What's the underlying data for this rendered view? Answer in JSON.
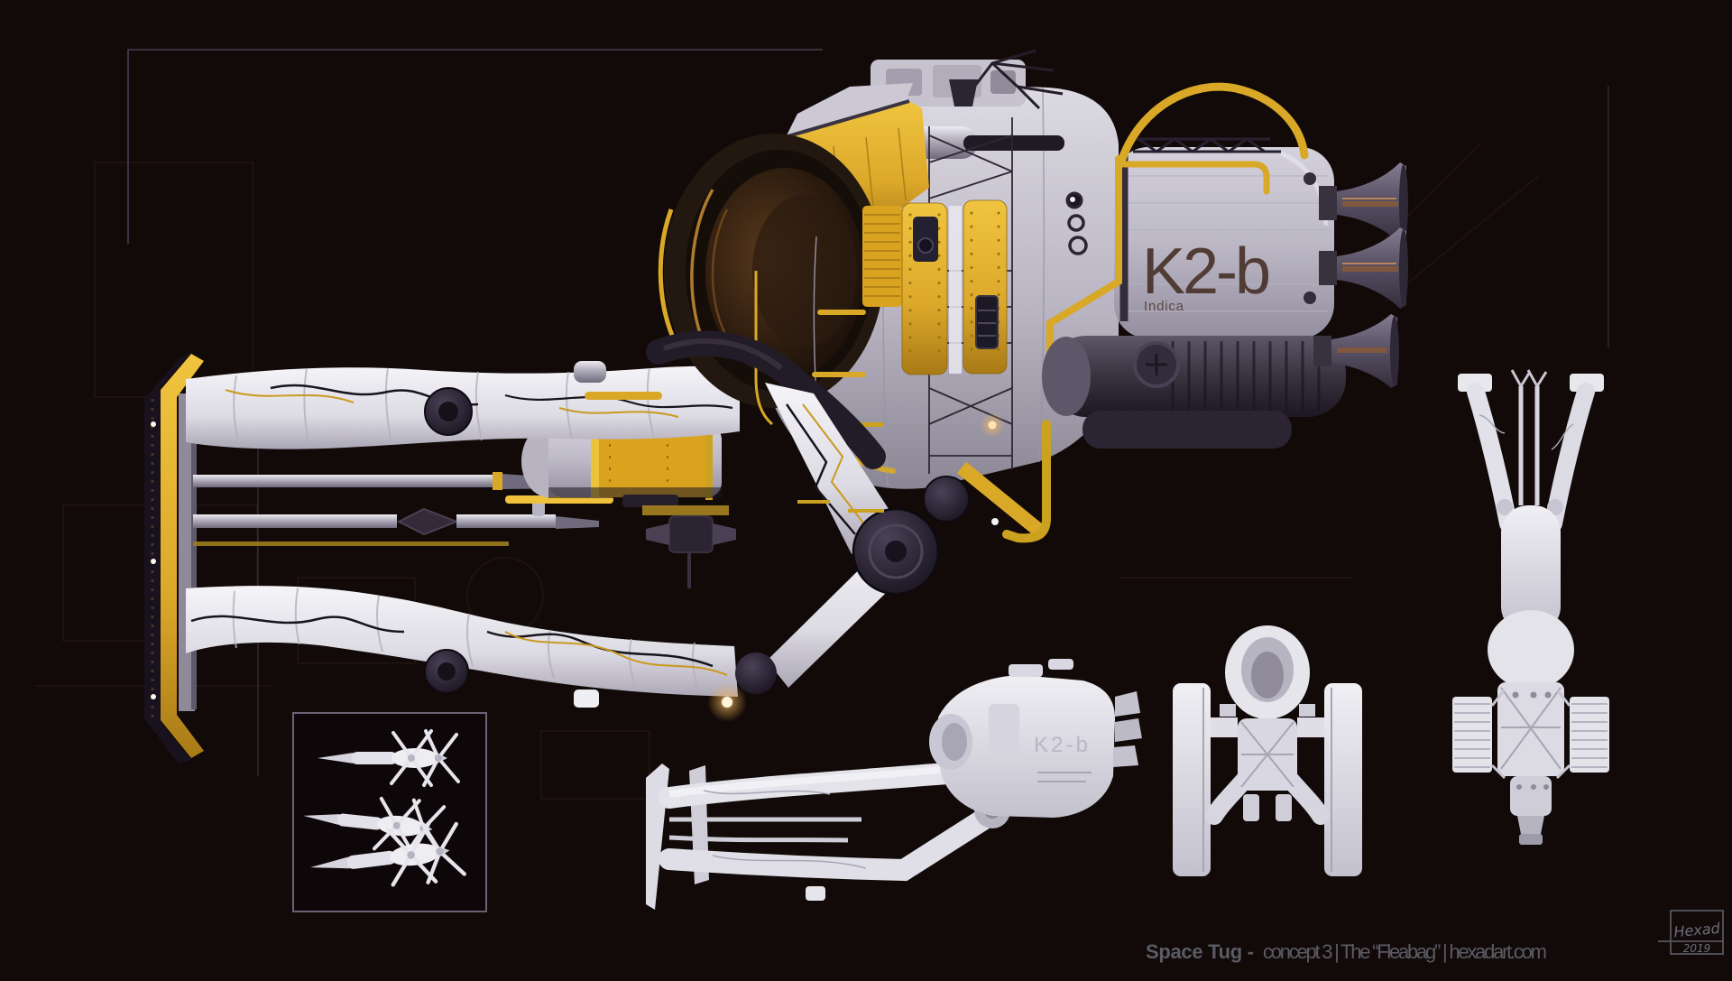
{
  "artwork": {
    "kind": "spacecraft concept sheet render",
    "labels": {
      "ship_model": "K2-b",
      "ship_variant": "Indica",
      "mono_ship_model": "K2-b"
    },
    "caption": {
      "title_bold": "Space Tug -",
      "title_rest": "concept 3 | The “Fleabag” | hexadart.com"
    },
    "signature": {
      "name": "Hexad",
      "year": "2019"
    }
  },
  "colors": {
    "background": "#120a08",
    "frame_line": "#473d52",
    "accent_yellow": "#e3b02c",
    "yellow_deep": "#b8871b",
    "hull_light": "#d8d6de",
    "hull_mid": "#b7b3c0",
    "hull_shadow": "#8b8695",
    "dark_metal": "#2a2433",
    "glass_amber": "#4a2c16",
    "glow_warm": "#ffd27a",
    "mono_light": "#e9e8ee",
    "mono_mid": "#c7c5d1",
    "caption_text": "#5a5b65",
    "label_brown": "#4e3a31",
    "inset_border": "#6b6175"
  }
}
